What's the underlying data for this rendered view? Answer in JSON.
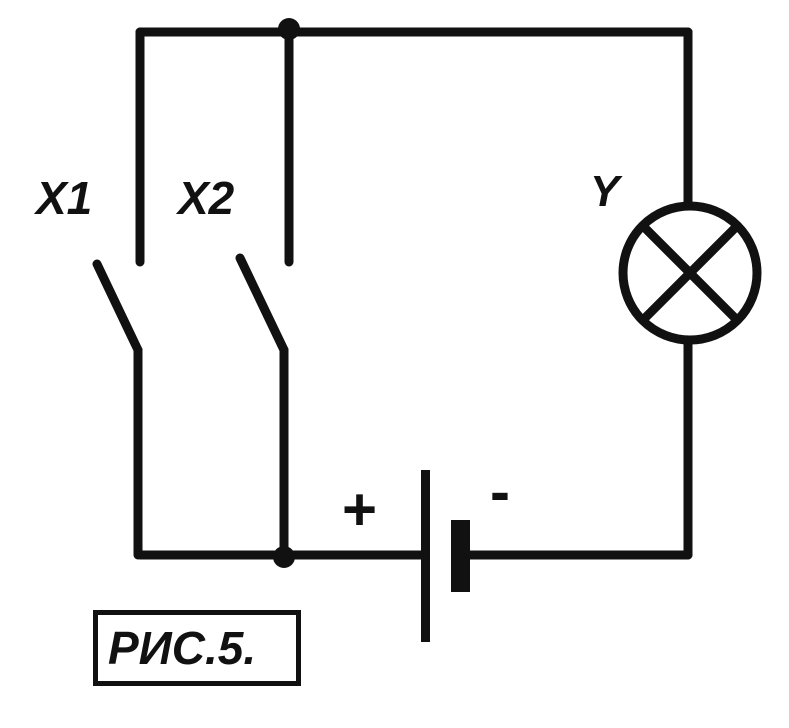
{
  "switches": [
    {
      "label": "X1"
    },
    {
      "label": "X2"
    }
  ],
  "lamp": {
    "label": "Y"
  },
  "battery": {
    "positive_sign": "+",
    "negative_sign": "-"
  },
  "figure": {
    "caption": "РИС.5."
  }
}
